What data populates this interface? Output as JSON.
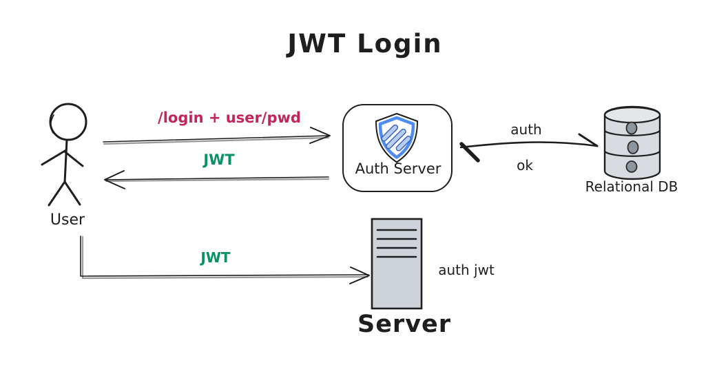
{
  "diagram": {
    "title": "JWT Login",
    "colors": {
      "stroke": "#1e1e1e",
      "request_label": "#c2255c",
      "token_label": "#099268",
      "shield_blue": "#4e8cf3",
      "shield_stripe_fill": "#b9cdf3",
      "node_fill": "#ced4da",
      "db_blob_fill": "#8d959d"
    },
    "nodes": {
      "user": {
        "label": "User",
        "type": "stick-figure-actor"
      },
      "auth_server": {
        "label": "Auth Server",
        "type": "rounded-box-with-shield"
      },
      "relational_db": {
        "label": "Relational DB",
        "type": "database-cylinder"
      },
      "server": {
        "label": "Server",
        "type": "server-tower",
        "side_note": "auth jwt"
      }
    },
    "edges": {
      "login_request": {
        "from": "User",
        "to": "Auth Server",
        "label": "/login + user/pwd"
      },
      "jwt_response": {
        "from": "Auth Server",
        "to": "User",
        "label": "JWT"
      },
      "auth_ok": {
        "from": "Relational DB",
        "to": "Auth Server",
        "label_top": "auth",
        "label_bottom": "ok"
      },
      "jwt_to_server": {
        "from": "User",
        "to": "Server",
        "label": "JWT"
      }
    }
  }
}
